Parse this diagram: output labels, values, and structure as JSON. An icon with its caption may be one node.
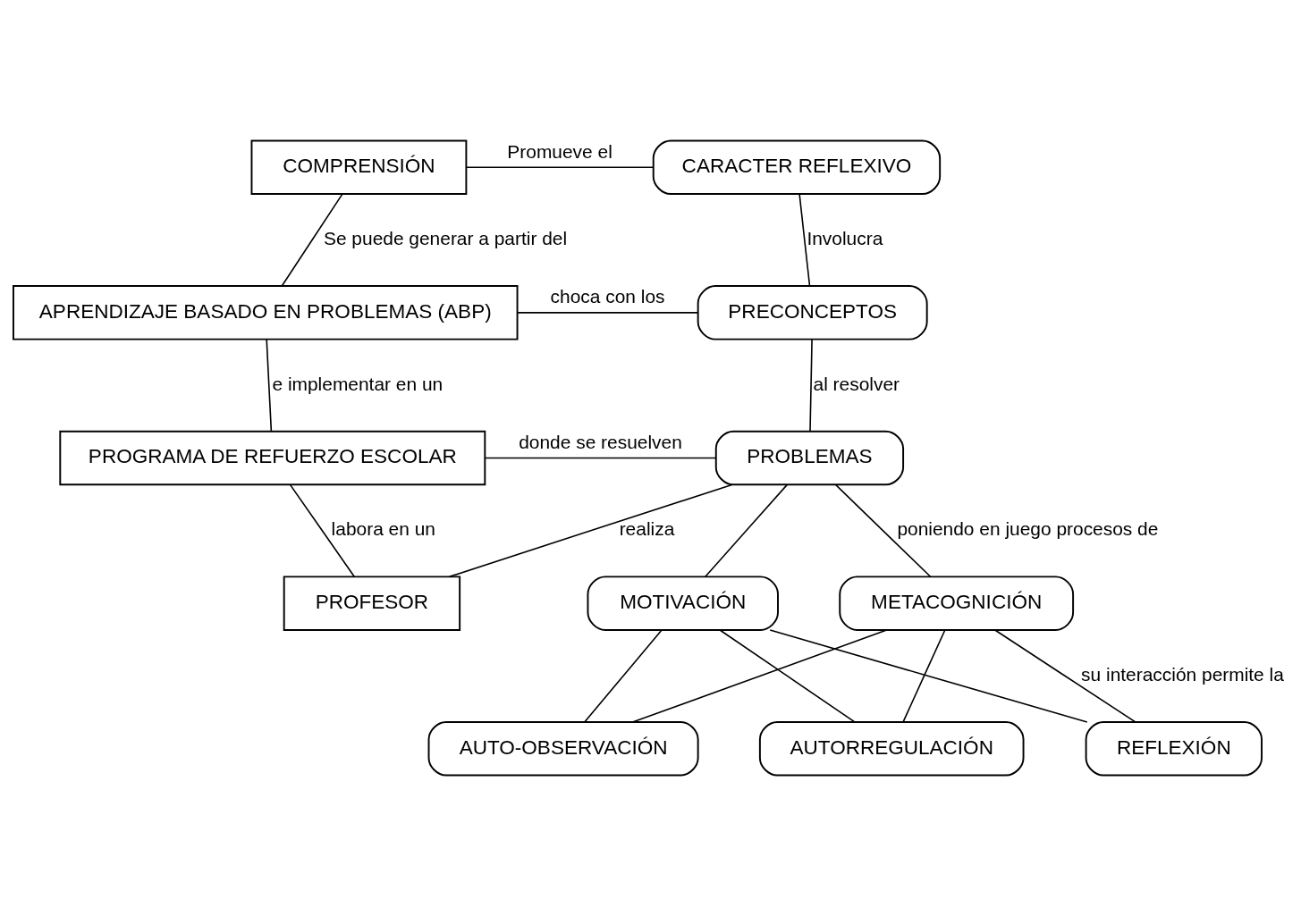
{
  "diagram": {
    "nodes": [
      {
        "text": [
          "COMPRENSIÓN"
        ]
      },
      {
        "text": [
          "CARACTER REFLEXIVO"
        ]
      },
      {
        "text": [
          "APRENDIZAJE BASADO EN PROBLEMAS (ABP)"
        ]
      },
      {
        "text": [
          "PRECONCEPTOS"
        ]
      },
      {
        "text": [
          "PROGRAMA DE REFUERZO ESCOLAR"
        ]
      },
      {
        "text": [
          "PROBLEMAS"
        ]
      },
      {
        "text": [
          "PROFESOR"
        ]
      },
      {
        "text": [
          "METACOGNICIÓN"
        ]
      },
      {
        "text": [
          "MOTIVACIÓN"
        ]
      },
      {
        "text": [
          "AUTO-OBSERVACIÓN"
        ]
      },
      {
        "text": [
          "REFLEXIÓN"
        ]
      },
      {
        "text": [
          "AUTORREGULACIÓN"
        ]
      }
    ],
    "edges": [
      {
        "from": 0,
        "to": 1,
        "arrow": "none",
        "label": "Promueve el"
      },
      {
        "from": 0,
        "to": 2,
        "arrow": "none",
        "label": "Se puede generar a partir del"
      },
      {
        "from": 1,
        "to": 3,
        "arrow": "none",
        "label": "Involucra"
      },
      {
        "from": 2,
        "to": 3,
        "arrow": "none",
        "label": "choca con los"
      },
      {
        "from": 2,
        "to": 4,
        "arrow": "none",
        "label": "e implementar en un"
      },
      {
        "from": 3,
        "to": 5,
        "arrow": "none",
        "label": "al resolver"
      },
      {
        "from": 4,
        "to": 5,
        "arrow": "none",
        "label": "donde se resuelven"
      },
      {
        "from": 4,
        "to": 6,
        "arrow": "none",
        "label": "labora en un"
      },
      {
        "from": 5,
        "to": 6,
        "arrow": "none",
        "label": "realiza"
      },
      {
        "from": 5,
        "to": 7,
        "arrow": "none",
        "label": "poniendo en juego procesos de"
      },
      {
        "from": 5,
        "to": 8,
        "arrow": "none"
      },
      {
        "from": 7,
        "to": 9,
        "arrow": "none"
      },
      {
        "from": 7,
        "to": 10,
        "arrow": "none",
        "label": "su interacción permite la"
      },
      {
        "from": 7,
        "to": 11,
        "arrow": "none"
      },
      {
        "from": 8,
        "to": 9,
        "arrow": "none"
      },
      {
        "from": 8,
        "to": 10,
        "arrow": "none"
      },
      {
        "from": 8,
        "to": 11,
        "arrow": "none"
      }
    ]
  }
}
